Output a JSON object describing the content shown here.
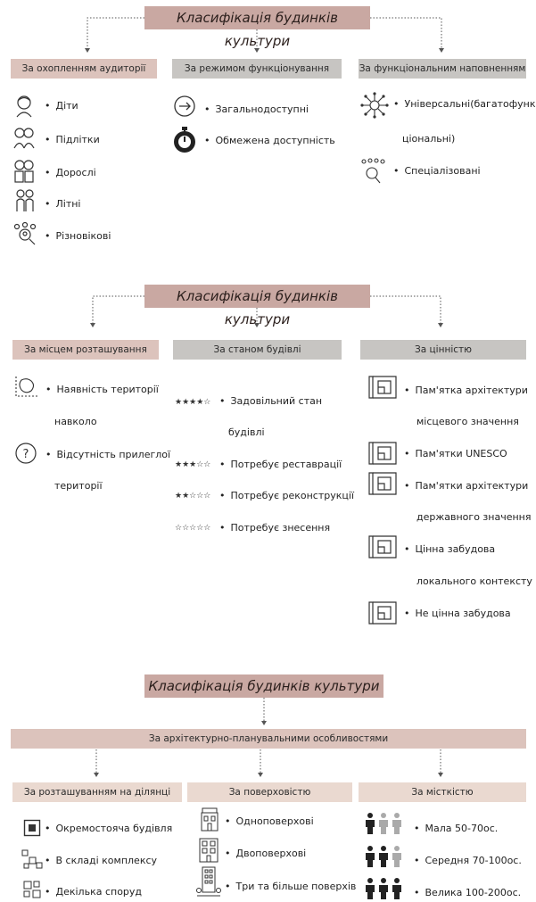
{
  "titles": {
    "t1": "Класифікація  будинків культури",
    "t2": "Класифікація  будинків культури",
    "t3": "Класифікація  будинків культури"
  },
  "sec1": {
    "h1": "За охопленням аудиторії",
    "h2": "За режимом функціонування",
    "h3": "За функціональним наповненням",
    "audience": [
      "Діти",
      "Підлітки",
      "Дорослі",
      "Літні",
      "Різновікові"
    ],
    "mode": [
      "Загальнодоступні",
      "Обмежена доступність"
    ],
    "func_1a": "Універсальні(багатофунк",
    "func_1b": "ціональні)",
    "func_2": "Спеціалізовані"
  },
  "sec2": {
    "h1": "За місцем розташування",
    "h2": "За станом будівлі",
    "h3": "За цінністю",
    "loc_1a": "Наявність території",
    "loc_1b": "навколо",
    "loc_2a": "Відсутність прилеглої",
    "loc_2b": "території",
    "cond_1a": "Задовільний стан",
    "cond_1b": "будівлі",
    "cond_2": "Потребує реставрації",
    "cond_3": "Потребує реконструкції",
    "cond_4": "Потребує знесення",
    "stars": [
      "★★★★☆",
      "★★★☆☆",
      "★★☆☆☆",
      "☆☆☆☆☆"
    ],
    "val_1a": "Пам'ятка архітектури",
    "val_1b": "місцевого значення",
    "val_2": "Пам'ятки UNESCO",
    "val_3a": "Пам'ятки архітектури",
    "val_3b": "державного значення",
    "val_4a": "Цінна забудова",
    "val_4b": "локального контексту",
    "val_5": "Не цінна забудова"
  },
  "sec3": {
    "main": "За архітектурно-планувальними особливостями",
    "h1": "За розташуванням на ділянці",
    "h2": "За поверховістю",
    "h3": "За місткістю",
    "site": [
      "Окремостояча будівля",
      "В складі комплексу",
      "Декілька споруд"
    ],
    "floors": [
      "Одноповерхові",
      "Двоповерхові",
      "Три та більше поверхів"
    ],
    "capacity": [
      "Мала 50-70ос.",
      "Середня 70-100ос.",
      "Велика 100-200ос."
    ]
  },
  "colors": {
    "title_bg": "#c9a8a2",
    "rose": "#dcc3bc",
    "grey": "#c7c5c2",
    "light": "#ead9d0"
  }
}
